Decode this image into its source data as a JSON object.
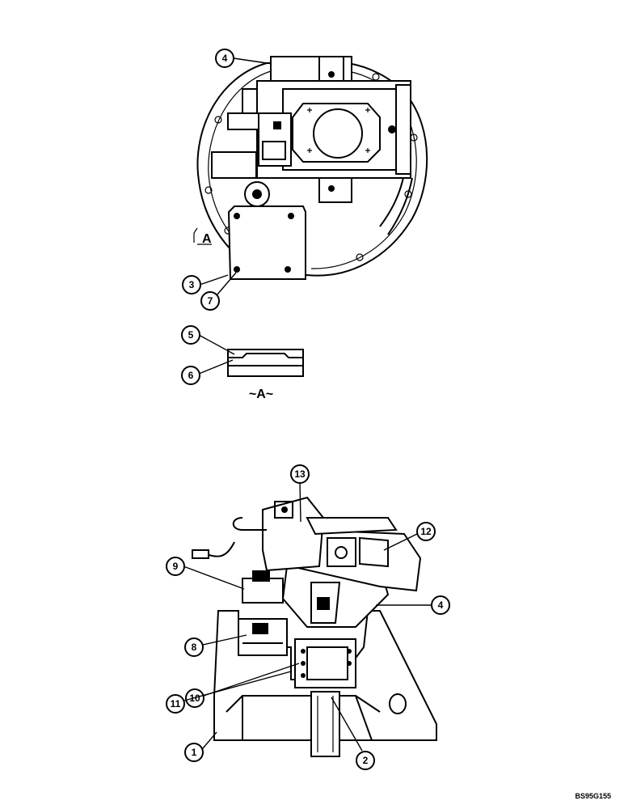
{
  "callouts": {
    "c4_top": "4",
    "c3": "3",
    "c7": "7",
    "c5": "5",
    "c6": "6",
    "c13": "13",
    "c12": "12",
    "c9": "9",
    "c4_bottom": "4",
    "c8": "8",
    "c10": "10",
    "c11": "11",
    "c1": "1",
    "c2": "2"
  },
  "section_marker": {
    "arrow_label": "A",
    "view_title": "~A~"
  },
  "drawing_code": "BS95G155"
}
